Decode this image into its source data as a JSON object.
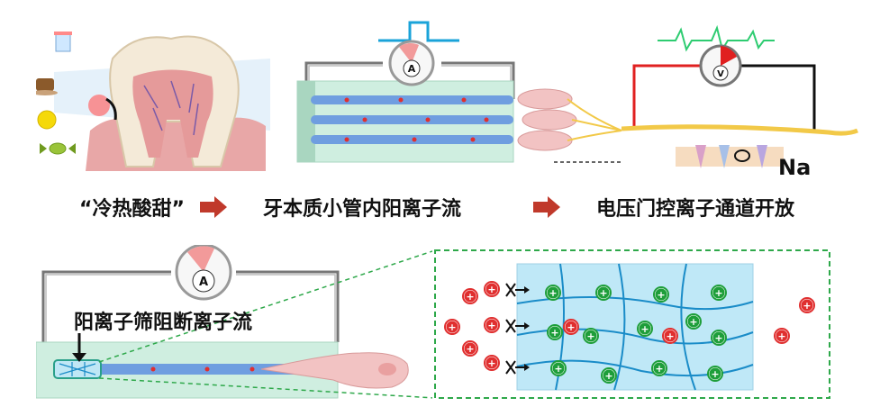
{
  "labels": {
    "stimuli": "“冷热酸甜”",
    "tubule_flow": "牙本质小管内阳离子流",
    "channel_open": "电压门控离子通道开放",
    "blocking": "阳离子筛阻断离子流",
    "sodium": "Na"
  },
  "symbols": {
    "ammeter": "A",
    "voltmeter": "V",
    "cation": "+"
  },
  "colors": {
    "arrow": "#c0392b",
    "pulse": "#1aa3d9",
    "ecg": "#2ecc71",
    "circuit_red": "#e02020",
    "circuit_black": "#111111",
    "cation_red": "#e02f2f",
    "cation_green": "#1e9e3a",
    "tubule": "#5b8fd6",
    "dashed_border": "#2ea84a",
    "membrane": "#9fdcef"
  }
}
